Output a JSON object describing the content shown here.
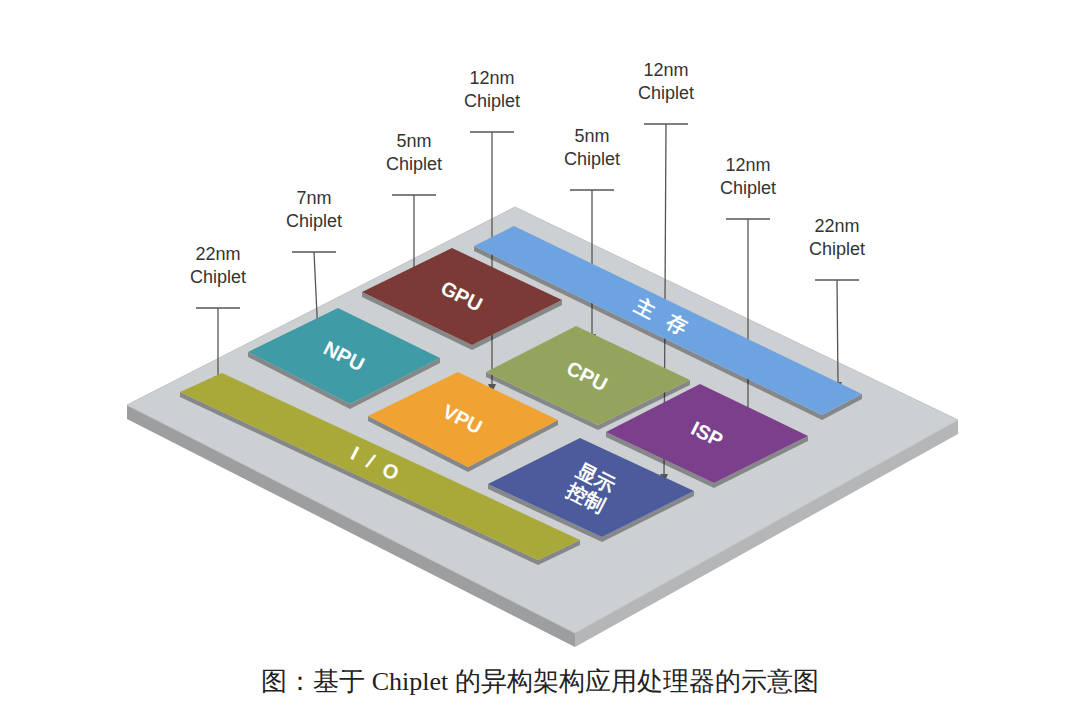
{
  "diagram": {
    "caption": "图：基于 Chiplet 的异构架构应用处理器的示意图",
    "nodes": [
      {
        "text": [
          "GPU"
        ]
      },
      {
        "text": [
          "主存"
        ]
      },
      {
        "text": [
          "NPU"
        ]
      },
      {
        "text": [
          "CPU"
        ]
      },
      {
        "text": [
          "VPU"
        ]
      },
      {
        "text": [
          "ISP"
        ]
      },
      {
        "text": [
          "I/O"
        ]
      },
      {
        "text": [
          "显示控制"
        ]
      }
    ],
    "labels": [
      "22nm Chiplet",
      "7nm Chiplet",
      "5nm Chiplet",
      "12nm Chiplet",
      "5nm Chiplet",
      "12nm Chiplet",
      "12nm Chiplet",
      "22nm Chiplet"
    ]
  }
}
